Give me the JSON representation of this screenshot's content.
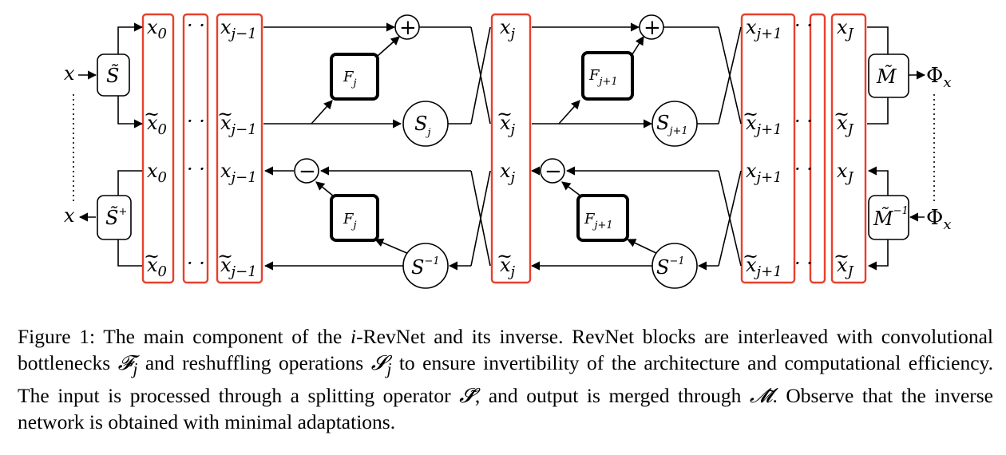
{
  "figure": {
    "input": "x",
    "output": "Φ",
    "output_sub": "x",
    "labels": {
      "x0": "x",
      "x0_sub": "0",
      "xjm1": "x",
      "xjm1_sub": "j−1",
      "xj": "x",
      "xj_sub": "j",
      "xjp1": "x",
      "xjp1_sub": "j+1",
      "xJ": "x",
      "xJ_sub": "J",
      "dots": "· ·"
    },
    "ops": {
      "split": "S̃",
      "merge": "M̃",
      "split_inv_sup": "+",
      "merge_inv_sup": "−1",
      "F": "F",
      "F_j": "j",
      "F_jp1": "j+1",
      "S": "S",
      "S_j": "j",
      "S_jp1": "j+1",
      "S_inv_sup": "−1",
      "plus": "+",
      "minus": "−"
    }
  },
  "caption": {
    "prefix": "Figure 1: The main component of the ",
    "name_i": "i",
    "name_rest": "-RevNet and its inverse. RevNet blocks are interleaved with convolutional bottlenecks ",
    "f_sym": "𝓕",
    "f_sub": "j",
    "mid": " and reshuffling operations ",
    "s_sym": "𝓢",
    "s_sub": "j",
    "mid2": " to ensure invertibility of the architecture and computational efficiency. The input is processed through a splitting operator ",
    "split_sym": "𝓢̃",
    "mid3": ", and output is merged through ",
    "merge_sym": "𝓜̃",
    "end": ". Observe that the inverse network is obtained with minimal adaptations."
  }
}
